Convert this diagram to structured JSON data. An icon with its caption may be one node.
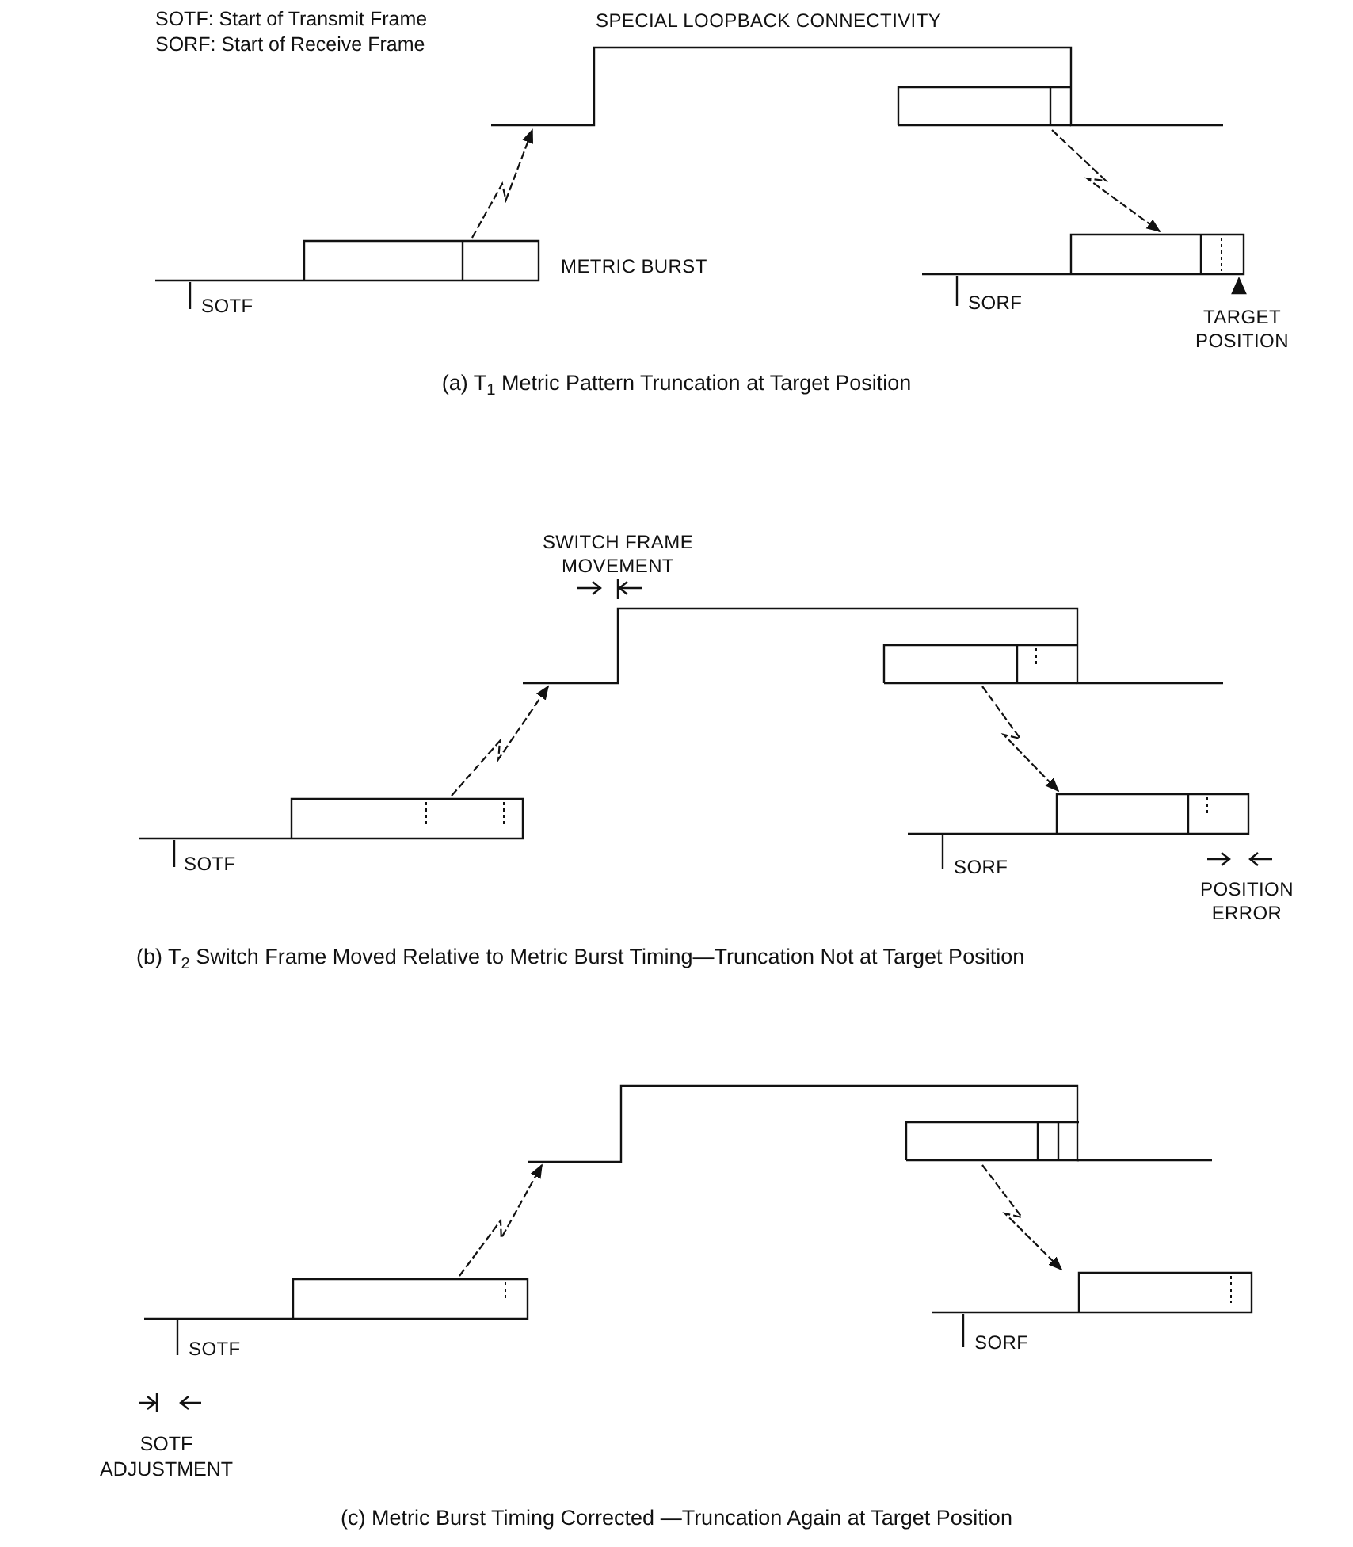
{
  "diagram": {
    "nodes": [
      {
        "text": [],
        "shape": "picture",
        "beside": [
          "METRIC BURST",
          "SOTF"
        ]
      },
      {
        "text": [],
        "shape": "picture",
        "beside": [
          "SPECIAL LOOPBACK CONNECTIVITY"
        ]
      },
      {
        "text": [],
        "shape": "picture",
        "beside": [
          "SORF",
          "TARGET POSITION"
        ]
      },
      {
        "text": [],
        "shape": "picture",
        "beside": [
          "SOTF"
        ]
      },
      {
        "text": [],
        "shape": "picture",
        "beside": [
          "SWITCH FRAME MOVEMENT"
        ]
      },
      {
        "text": [],
        "shape": "picture",
        "beside": [
          "SORF",
          "POSITION ERROR"
        ]
      },
      {
        "text": [],
        "shape": "picture",
        "beside": [
          "SOTF"
        ]
      },
      {
        "text": [],
        "shape": "picture"
      },
      {
        "text": [],
        "shape": "picture",
        "beside": [
          "SORF"
        ]
      }
    ],
    "edges": [
      {
        "from": 0,
        "to": 1,
        "arrow": "to",
        "style": "dashed"
      },
      {
        "from": 1,
        "to": 2,
        "arrow": "to",
        "style": "dashed"
      },
      {
        "from": 3,
        "to": 4,
        "arrow": "to",
        "style": "dashed"
      },
      {
        "from": 4,
        "to": 5,
        "arrow": "to",
        "style": "dashed"
      },
      {
        "from": 6,
        "to": 7,
        "arrow": "to",
        "style": "dashed"
      },
      {
        "from": 7,
        "to": 8,
        "arrow": "to",
        "style": "dashed"
      }
    ],
    "labels": [
      "SOTF: Start of Transmit Frame",
      "SORF: Start of Receive Frame",
      "(a) T$_{1}$ Metric Pattern Truncation at Target Position",
      "(b) T$_{2}$ Switch Frame Moved Relative to Metric Burst Timing—Truncation Not at Target Position",
      "SOTF ADJUSTMENT",
      "(c) Metric Burst Timing Corrected —Truncation Again at Target Position"
    ]
  }
}
